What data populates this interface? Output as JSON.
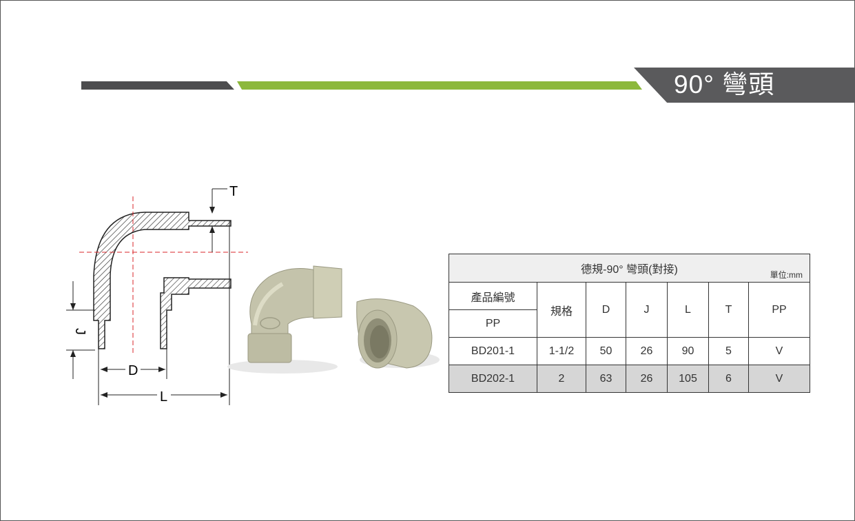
{
  "title": "90° 彎頭",
  "table": {
    "caption": "德規-90° 彎頭(對接)",
    "unit": "單位:mm",
    "headers": {
      "product_no": "產品編號",
      "product_sub": "PP",
      "spec": "規格",
      "d": "D",
      "j": "J",
      "l": "L",
      "t": "T",
      "pp": "PP"
    },
    "rows": [
      {
        "code": "BD201-1",
        "spec": "1-1/2",
        "d": "50",
        "j": "26",
        "l": "90",
        "t": "5",
        "pp": "V"
      },
      {
        "code": "BD202-1",
        "spec": "2",
        "d": "63",
        "j": "26",
        "l": "105",
        "t": "6",
        "pp": "V"
      }
    ]
  },
  "drawing": {
    "dim_t": "T",
    "dim_j": "J",
    "dim_d": "D",
    "dim_l": "L"
  },
  "colors": {
    "accent_green": "#8cb83c",
    "dark_gray": "#4d4d4f",
    "banner": "#5a5a5c",
    "row_shade": "#d6d6d6"
  }
}
